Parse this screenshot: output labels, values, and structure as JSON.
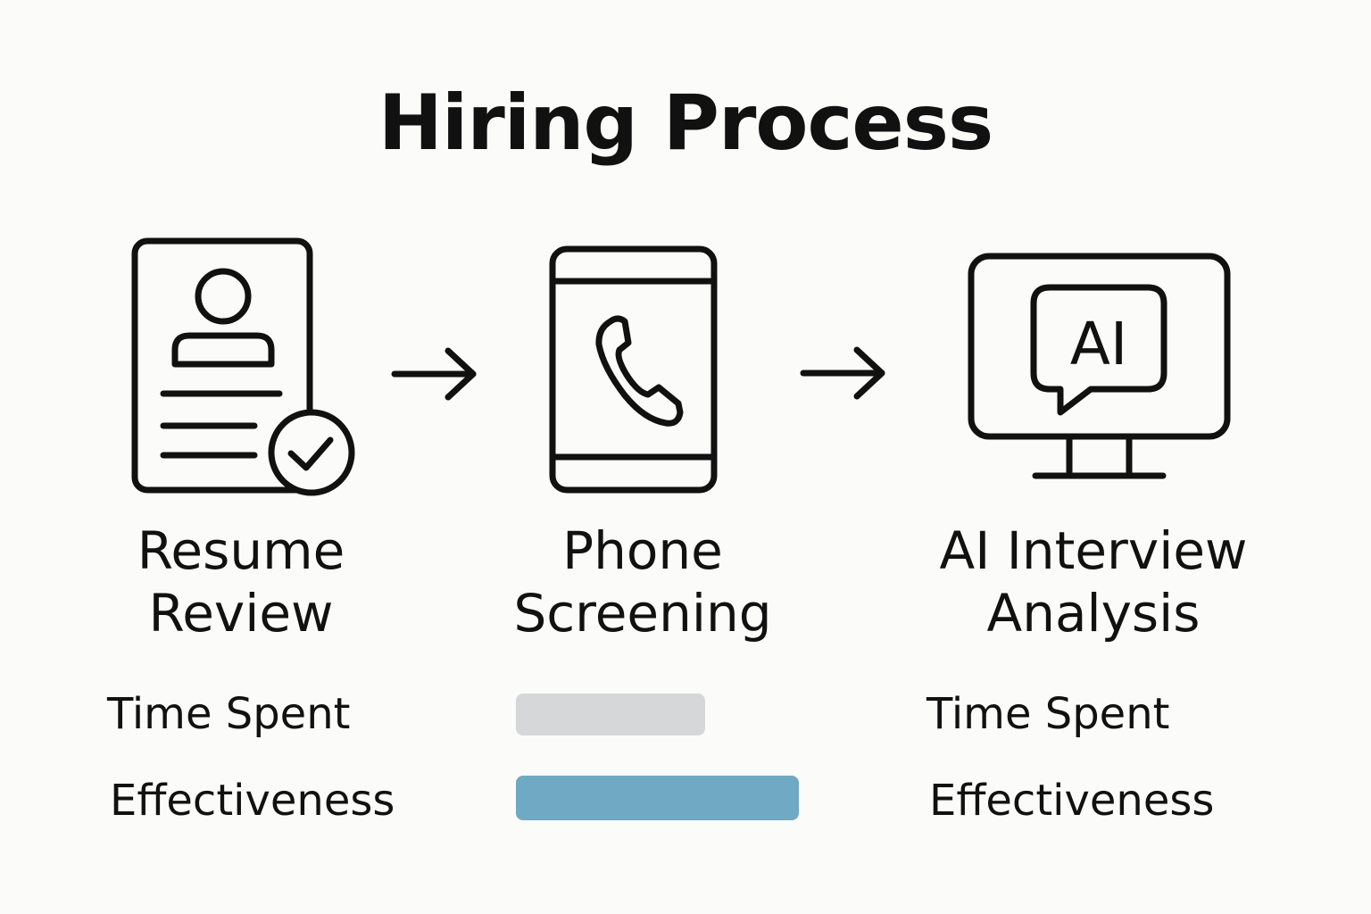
{
  "title": "Hiring Process",
  "steps": [
    {
      "id": "resume",
      "icon": "resume-check-icon",
      "label_line1": "Resume",
      "label_line2": "Review"
    },
    {
      "id": "phone",
      "icon": "phone-icon",
      "label_line1": "Phone",
      "label_line2": "Screening"
    },
    {
      "id": "ai",
      "icon": "ai-monitor-icon",
      "label_line1": "AI Interview",
      "label_line2": "Analysis",
      "icon_text": "AI"
    }
  ],
  "arrows": [
    "arrow-right-icon",
    "arrow-right-icon"
  ],
  "metrics": {
    "left": {
      "time_spent": "Time Spent",
      "effectiveness": "Effectiveness"
    },
    "right": {
      "time_spent": "Time Spent",
      "effectiveness": "Effectiveness"
    },
    "bars": {
      "time_spent_color": "#d6d7d9",
      "effectiveness_color": "#6fa9c3"
    }
  },
  "colors": {
    "background": "#fbfbf9",
    "stroke": "#111111"
  }
}
